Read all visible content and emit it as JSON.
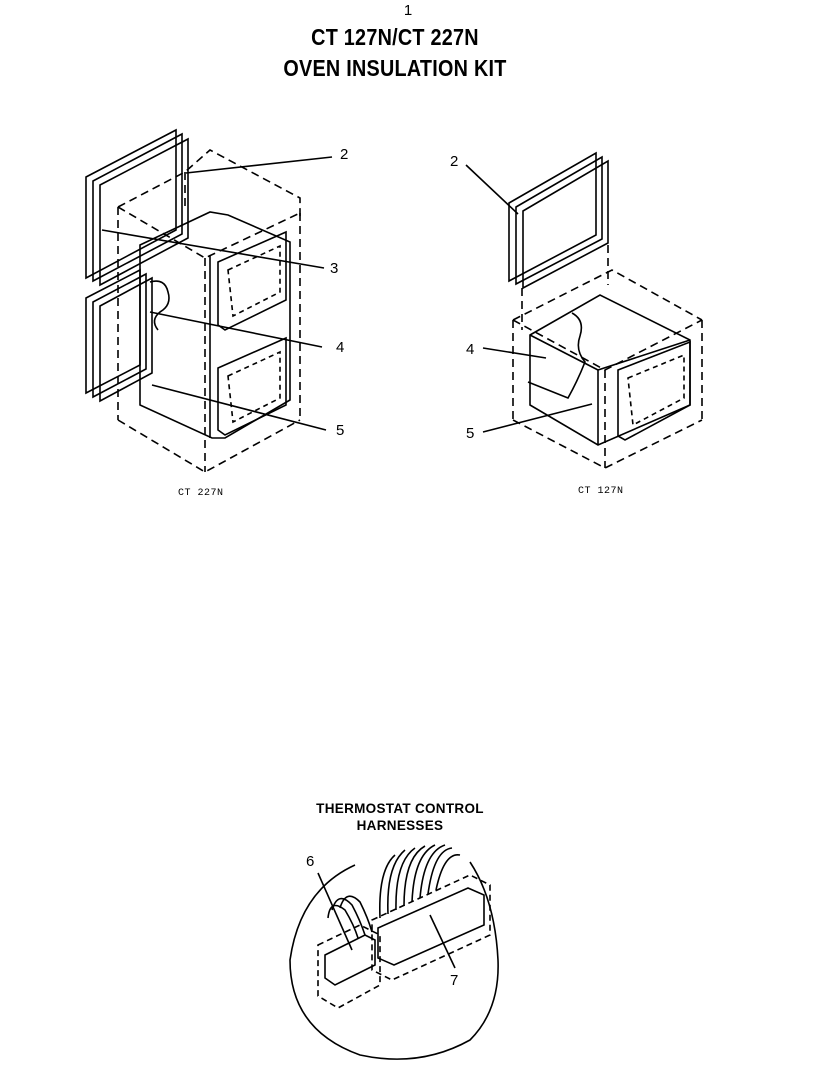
{
  "page_number": "1",
  "title_line1": "CT 127N/CT 227N",
  "title_line2": "OVEN INSULATION KIT",
  "left_diagram": {
    "caption": "CT 227N",
    "callouts": [
      "2",
      "3",
      "4",
      "5"
    ]
  },
  "right_diagram": {
    "caption": "CT 127N",
    "callouts": [
      "2",
      "4",
      "5"
    ]
  },
  "harness": {
    "title_line1": "THERMOSTAT CONTROL",
    "title_line2": "HARNESSES",
    "callouts": [
      "6",
      "7"
    ]
  }
}
